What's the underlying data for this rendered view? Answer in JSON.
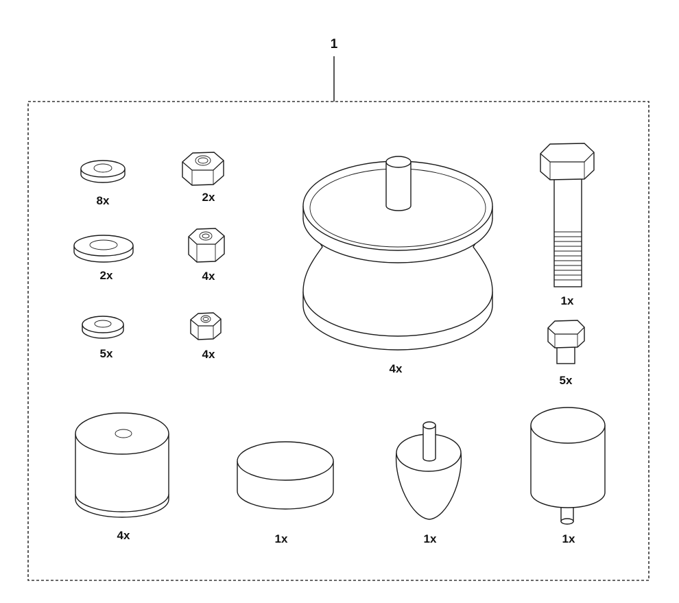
{
  "callout": "1",
  "parts": [
    {
      "id": "washer-large-flat",
      "qty": "8x"
    },
    {
      "id": "hex-nut-large",
      "qty": "2x"
    },
    {
      "id": "washer-wide",
      "qty": "2x"
    },
    {
      "id": "hex-nut-medium",
      "qty": "4x"
    },
    {
      "id": "washer-small",
      "qty": "5x"
    },
    {
      "id": "hex-nut-small",
      "qty": "4x"
    },
    {
      "id": "rubber-mount-large",
      "qty": "4x"
    },
    {
      "id": "hex-bolt-long",
      "qty": "1x"
    },
    {
      "id": "hex-bolt-short",
      "qty": "5x"
    },
    {
      "id": "cylinder-mount",
      "qty": "4x"
    },
    {
      "id": "rubber-pad",
      "qty": "1x"
    },
    {
      "id": "bump-stop-cone",
      "qty": "1x"
    },
    {
      "id": "bump-stop-cylinder",
      "qty": "1x"
    }
  ],
  "colors": {
    "line": "#1a1a1a",
    "background": "#ffffff",
    "border": "#333333"
  }
}
